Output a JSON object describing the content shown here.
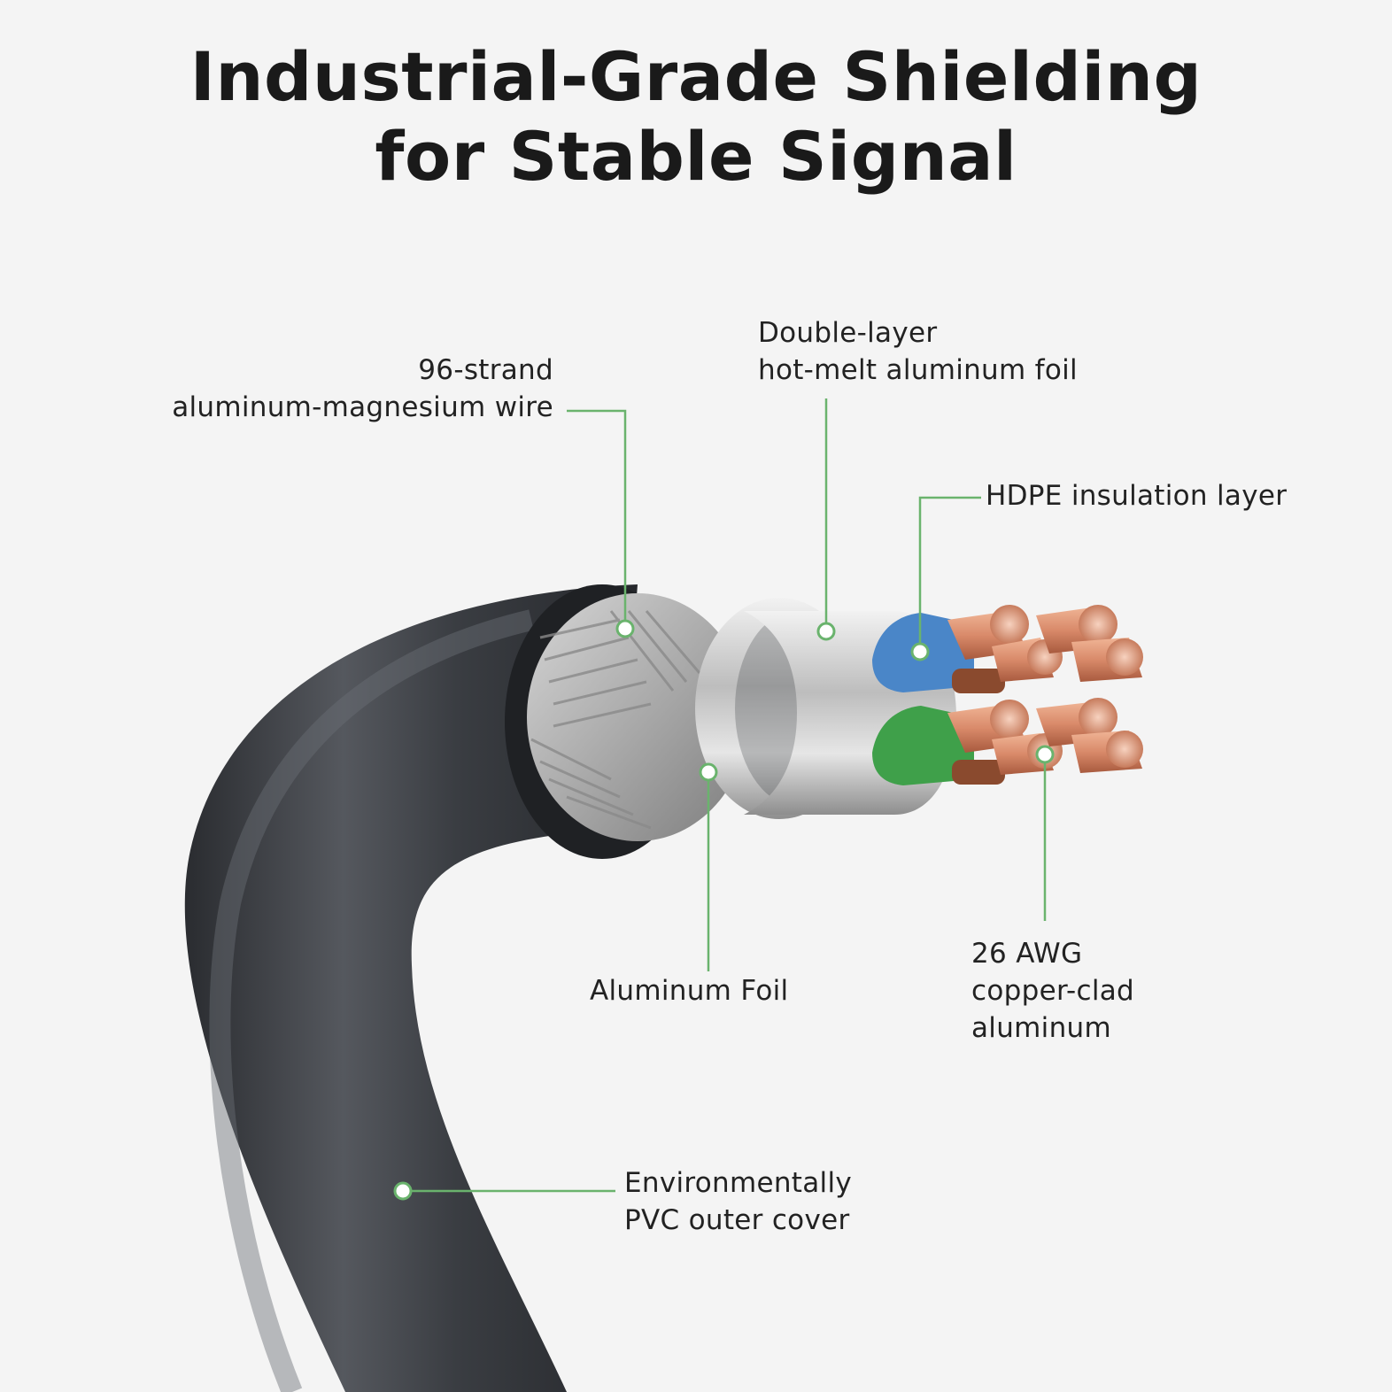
{
  "title": {
    "line1": "Industrial-Grade Shielding",
    "line2": "for Stable Signal"
  },
  "callouts": {
    "wire": {
      "line1": "96-strand",
      "line2": "aluminum-magnesium wire"
    },
    "double_foil": {
      "line1": "Double-layer",
      "line2": "hot-melt aluminum foil"
    },
    "hdpe": {
      "line1": "HDPE insulation layer"
    },
    "foil": {
      "line1": "Aluminum Foil"
    },
    "awg": {
      "line1": "26 AWG",
      "line2": "copper-clad",
      "line3": "aluminum"
    },
    "pvc": {
      "line1": "Environmentally",
      "line2": "PVC outer cover"
    }
  },
  "colors": {
    "accent": "#6ab36d",
    "jacket": "#3a3d42",
    "copper": "#d98a6a",
    "blue_insulation": "#4a86c8",
    "green_insulation": "#3fa04a",
    "background": "#f4f4f4"
  }
}
